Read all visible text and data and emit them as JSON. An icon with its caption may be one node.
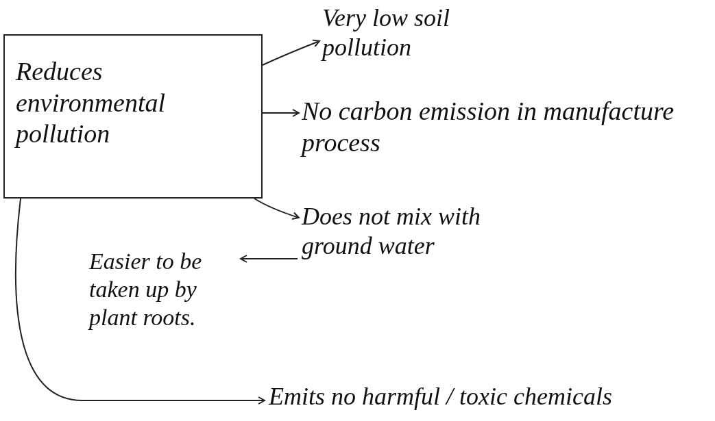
{
  "diagram": {
    "nodes": [
      {
        "text": [
          "Reduces environmental pollution"
        ]
      },
      {
        "text": [
          "Very low soil pollution"
        ]
      },
      {
        "text": [
          "No carbon emission in manufacture process"
        ]
      },
      {
        "text": [
          "Does not mix with ground water"
        ]
      },
      {
        "text": [
          "Easier to be taken up by plant roots."
        ]
      },
      {
        "text": [
          "Emits no harmful / toxic chemicals"
        ]
      }
    ],
    "edges": [
      {
        "from": 0,
        "to": 1,
        "arrow": "to"
      },
      {
        "from": 0,
        "to": 2,
        "arrow": "to"
      },
      {
        "from": 0,
        "to": 3,
        "arrow": "to"
      },
      {
        "from": 3,
        "to": 4,
        "arrow": "to"
      },
      {
        "from": 0,
        "to": 5,
        "arrow": "to"
      }
    ]
  }
}
